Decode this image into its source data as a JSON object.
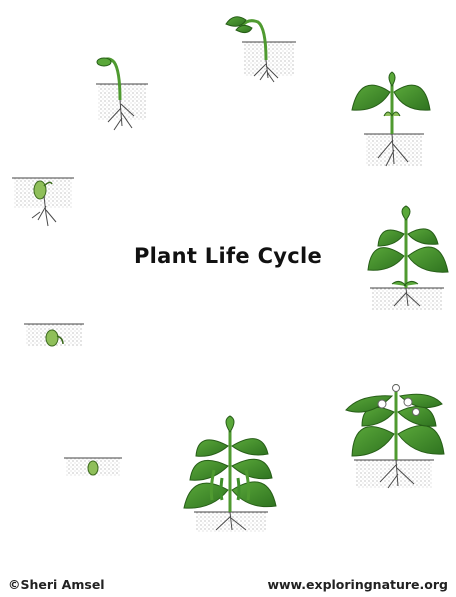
{
  "diagram": {
    "title": "Plant Life Cycle",
    "credit": "©Sheri Amsel",
    "website": "www.exploringnature.org",
    "stages": [
      "seed",
      "germinating-seed",
      "seed-with-root",
      "seedling-hook",
      "seedling-emerging",
      "young-plant",
      "leafy-plant",
      "flowering-plant",
      "fruiting-plant"
    ],
    "colors": {
      "leaf": "#3f8f2a",
      "leaf_dark": "#275e18",
      "soil": "#6e6e6e",
      "root": "#4a4a4a",
      "seed": "#8fbf5a",
      "flower": "#ffffff",
      "pod": "#4f9a30"
    }
  }
}
